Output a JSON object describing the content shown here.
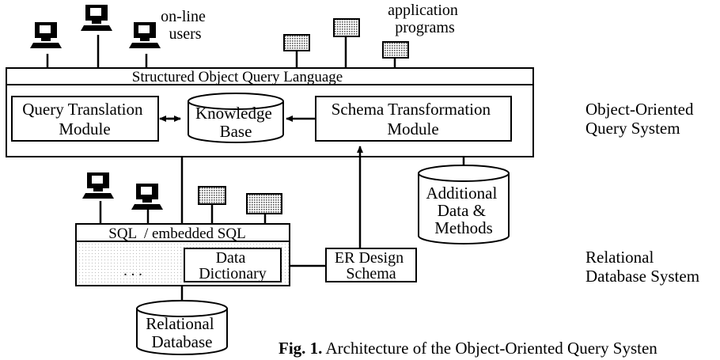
{
  "labels": {
    "online_users": [
      "on-line",
      "users"
    ],
    "application_programs": [
      "application",
      "programs"
    ],
    "soql_bar": "Structured Object Query Language",
    "query_translation": [
      "Query Translation",
      "Module"
    ],
    "knowledge_base": [
      "Knowledge",
      "Base"
    ],
    "schema_transformation": [
      "Schema Transformation",
      "Module"
    ],
    "additional_data": [
      "Additional",
      "Data &",
      "Methods"
    ],
    "sql_bar": "SQL  / embedded SQL",
    "ellipsis": ". . .",
    "data_dictionary": [
      "Data",
      "Dictionary"
    ],
    "er_design": [
      "ER Design",
      "Schema"
    ],
    "relational_database": [
      "Relational",
      "Database"
    ]
  },
  "side_labels": {
    "oo_system": [
      "Object-Oriented",
      "Query System"
    ],
    "rel_system": [
      "Relational",
      "Database System"
    ]
  },
  "caption": {
    "prefix": "Fig. 1.",
    "text": "Architecture of the Object-Oriented Query Systen"
  },
  "colors": {
    "ink": "#000000",
    "program_fill": "#9a9a9a",
    "hatch": "#c8c8c8"
  }
}
